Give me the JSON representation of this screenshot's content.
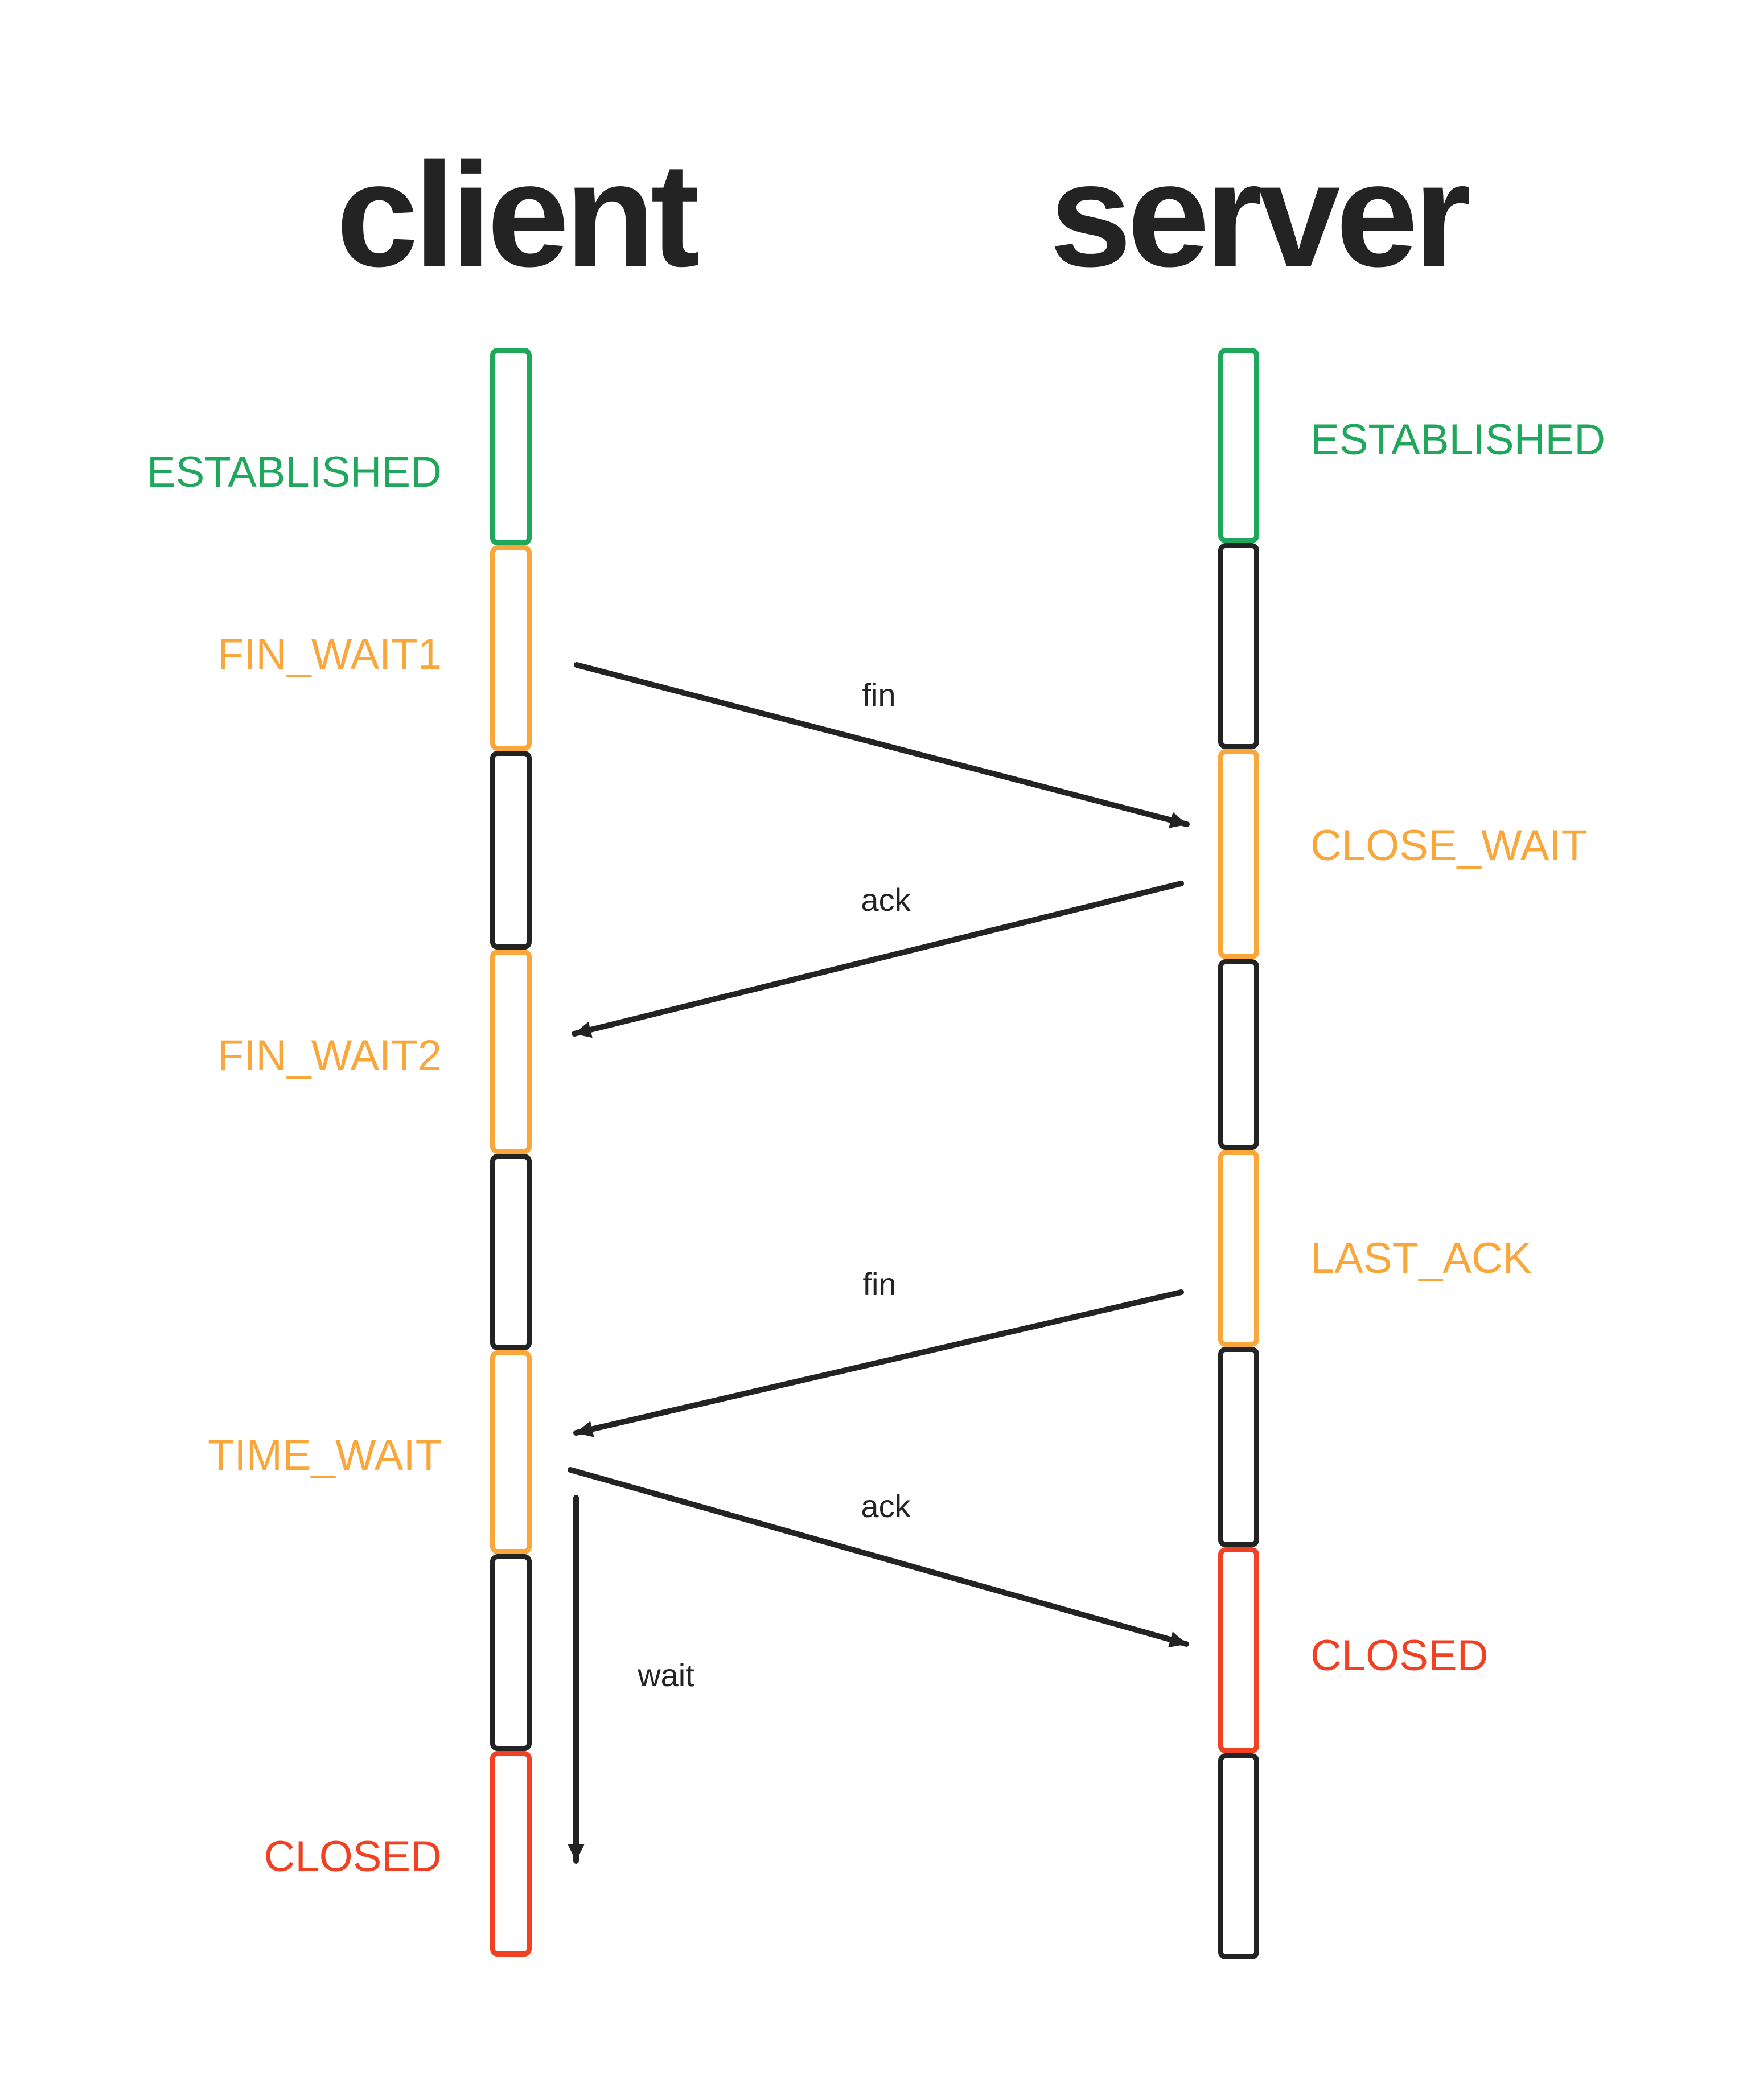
{
  "colors": {
    "ink": "#232323",
    "green": "#1fa85c",
    "orange": "#f9a63b",
    "red": "#f04123",
    "background": "#ffffff"
  },
  "actors": {
    "client": {
      "title": "client"
    },
    "server": {
      "title": "server"
    }
  },
  "client": {
    "labels": [
      {
        "text": "ESTABLISHED",
        "color": "green"
      },
      {
        "text": "FIN_WAIT1",
        "color": "orange"
      },
      {
        "text": "FIN_WAIT2",
        "color": "orange"
      },
      {
        "text": "TIME_WAIT",
        "color": "orange"
      },
      {
        "text": "CLOSED",
        "color": "red"
      }
    ],
    "segments": [
      {
        "color": "green"
      },
      {
        "color": "orange"
      },
      {
        "color": "black"
      },
      {
        "color": "orange"
      },
      {
        "color": "black"
      },
      {
        "color": "orange"
      },
      {
        "color": "black"
      },
      {
        "color": "red"
      }
    ]
  },
  "server": {
    "labels": [
      {
        "text": "ESTABLISHED",
        "color": "green"
      },
      {
        "text": "CLOSE_WAIT",
        "color": "orange"
      },
      {
        "text": "LAST_ACK",
        "color": "orange"
      },
      {
        "text": "CLOSED",
        "color": "red"
      }
    ],
    "segments": [
      {
        "color": "green"
      },
      {
        "color": "black"
      },
      {
        "color": "orange"
      },
      {
        "color": "black"
      },
      {
        "color": "orange"
      },
      {
        "color": "black"
      },
      {
        "color": "red"
      },
      {
        "color": "black"
      }
    ]
  },
  "messages": [
    {
      "label": "fin",
      "from": "client",
      "to": "server"
    },
    {
      "label": "ack",
      "from": "server",
      "to": "client"
    },
    {
      "label": "fin",
      "from": "server",
      "to": "client"
    },
    {
      "label": "ack",
      "from": "client",
      "to": "server"
    },
    {
      "label": "wait",
      "from": "client",
      "to": "client"
    }
  ]
}
